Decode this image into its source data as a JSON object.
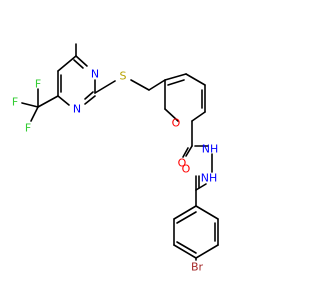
{
  "colors": {
    "carbon": "#000000",
    "nitrogen": "#0000ff",
    "oxygen": "#ff0000",
    "sulfur": "#b8a200",
    "fluorine": "#33cc33",
    "bromine": "#a52a2a",
    "background": "#ffffff"
  },
  "atoms": {
    "n_top": "N",
    "n_bottom": "N",
    "s": "S",
    "f_top": "F",
    "f_left": "F",
    "f_bottom": "F",
    "o_furan": "O",
    "o_carbonyl_1": "O",
    "nh_1": "NH",
    "nh_2": "NH",
    "o_carbonyl_2": "O",
    "br": "Br"
  }
}
